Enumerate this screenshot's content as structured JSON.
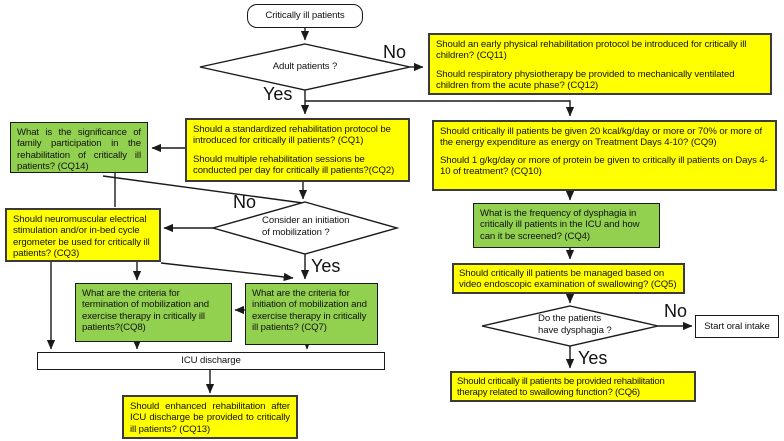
{
  "labels": {
    "yes": "Yes",
    "no": "No"
  },
  "colors": {
    "cq_yellow": "#ffff00",
    "cq_green": "#92d050",
    "line": "#1a1a1a",
    "plain_box": "#ffffff"
  },
  "nodes": {
    "start": "Critically ill patients",
    "adult_decision": "Adult patients ?",
    "children_cq": {
      "q1": "Should an early physical rehabilitation protocol be introduced for critically ill children? (CQ11)",
      "q2": "Should respiratory physiotherapy be provided to mechanically ventilated children from the acute phase? (CQ12)"
    },
    "protocol_cq": {
      "q1": "Should a standardized rehabilitation protocol be introduced for critically ill patients? (CQ1)",
      "q2": "Should multiple rehabilitation sessions be conducted per day for critically ill patients?(CQ2)"
    },
    "family_cq": "What is the significance of family participation in the rehabilitation of critically ill patients? (CQ14)",
    "energy_cq": {
      "q1": "Should critically ill patients be given 20 kcal/kg/day or more or 70% or more of the energy expenditure as energy on Treatment Days 4-10? (CQ9)",
      "q2": "Should 1 g/kg/day or more of protein be given to critically ill patients on Days 4-10 of treatment? (CQ10)"
    },
    "stimulation_cq": "Should neuromuscular electrical stimulation and/or in-bed cycle ergometer be used for critically ill patients? (CQ3)",
    "mobilization_decision": {
      "line1": "Consider an initiation",
      "line2": "of mobilization ?"
    },
    "dysphagia_freq_cq": "What is the frequency of dysphagia in critically ill patients in the ICU and how can it be screened? (CQ4)",
    "endoscopic_cq": "Should critically ill patients be managed based on video endoscopic examination of swallowing? (CQ5)",
    "termination_cq": "What are the criteria for termination of mobilization and exercise therapy in critically ill patients?(CQ8)",
    "initiation_cq": "What are the criteria for initiation of mobilization and exercise therapy in critically ill patients? (CQ7)",
    "dysphagia_decision": {
      "line1": "Do the patients",
      "line2": "have dysphagia ?"
    },
    "start_oral_intake": "Start oral intake",
    "icu_discharge": "ICU discharge",
    "post_icu_cq": "Should enhanced rehabilitation after ICU discharge be provided to critically ill patients? (CQ13)",
    "swallowing_cq": "Should critically ill patients be provided rehabilitation therapy related to swallowing function? (CQ6)"
  }
}
